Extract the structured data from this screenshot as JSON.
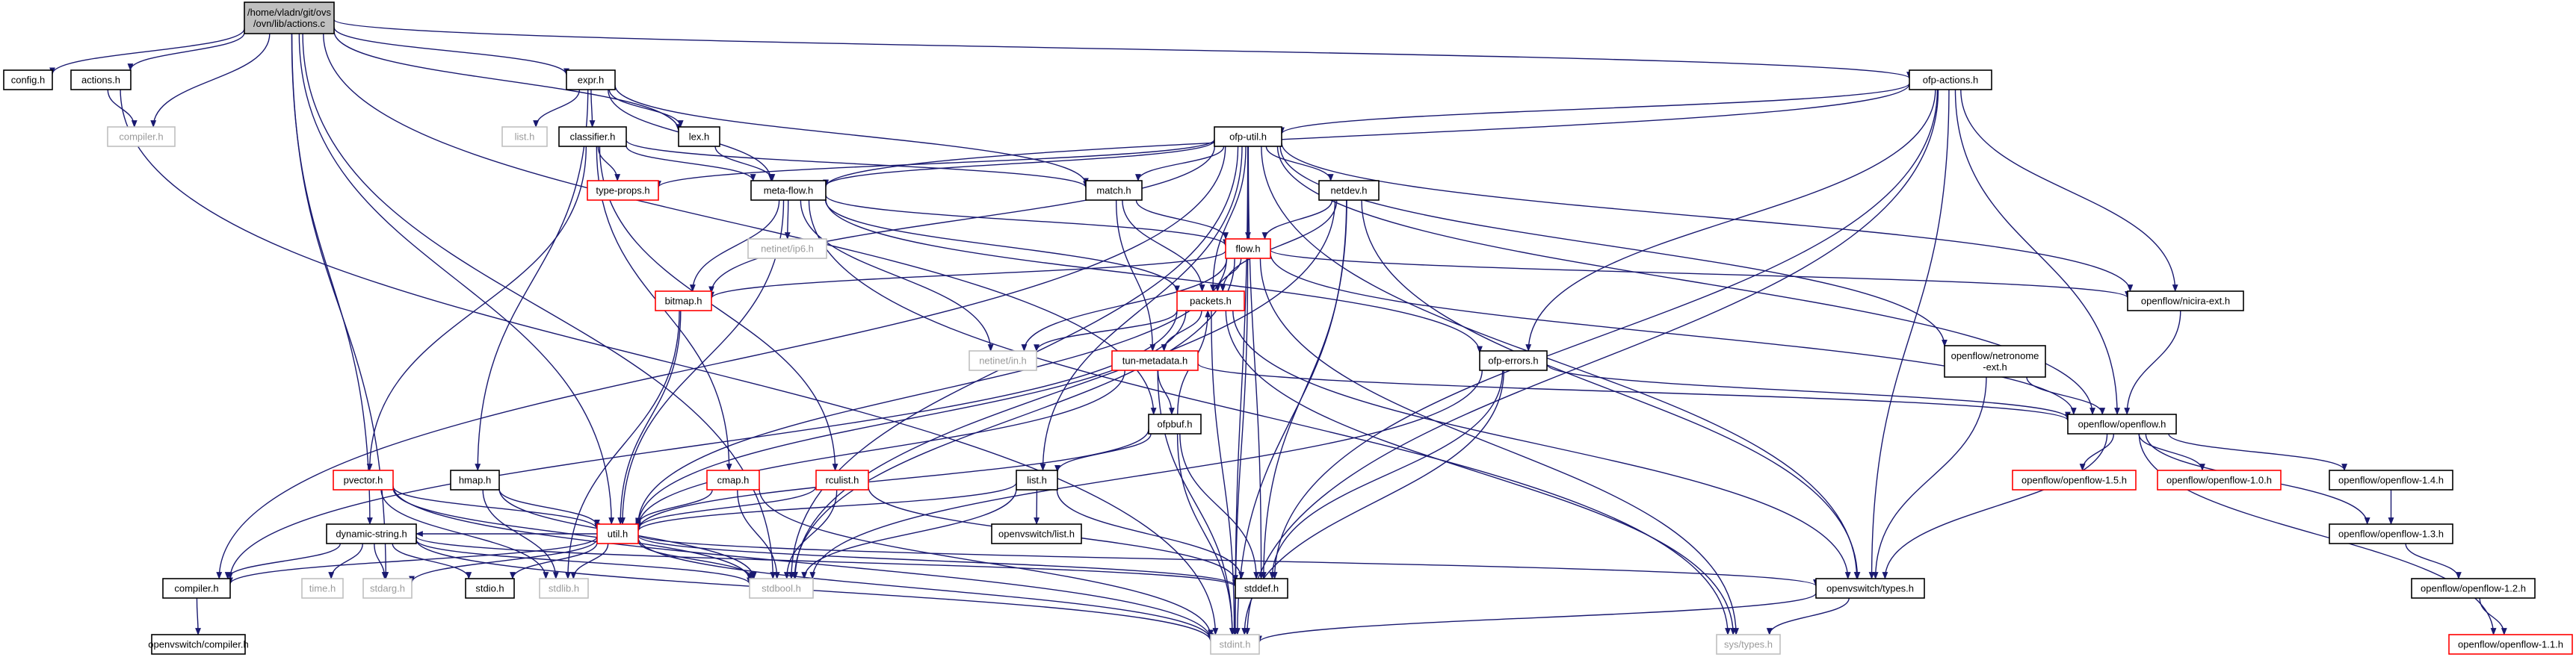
{
  "diagram": {
    "colors": {
      "edge": "#191970",
      "normal_border": "#000000",
      "missing_border": "#bfbfbf",
      "missing_text": "#9a9a9a",
      "truncated_border": "#ff0000",
      "root_fill": "#bfbfbf"
    },
    "nodes": [
      {
        "id": "root",
        "label": [
          "/home/vladn/git/ovs",
          "/ovn/lib/actions.c"
        ],
        "kind": "root"
      },
      {
        "id": "config",
        "label": [
          "config.h"
        ],
        "kind": "normal"
      },
      {
        "id": "actions",
        "label": [
          "actions.h"
        ],
        "kind": "normal"
      },
      {
        "id": "compiler_gray",
        "label": [
          "compiler.h"
        ],
        "kind": "missing"
      },
      {
        "id": "expr",
        "label": [
          "expr.h"
        ],
        "kind": "normal"
      },
      {
        "id": "ofp_actions",
        "label": [
          "ofp-actions.h"
        ],
        "kind": "normal"
      },
      {
        "id": "list_gray",
        "label": [
          "list.h"
        ],
        "kind": "missing"
      },
      {
        "id": "classifier",
        "label": [
          "classifier.h"
        ],
        "kind": "normal"
      },
      {
        "id": "lex",
        "label": [
          "lex.h"
        ],
        "kind": "normal"
      },
      {
        "id": "ofp_util",
        "label": [
          "ofp-util.h"
        ],
        "kind": "normal"
      },
      {
        "id": "type_props",
        "label": [
          "type-props.h"
        ],
        "kind": "truncated"
      },
      {
        "id": "meta_flow",
        "label": [
          "meta-flow.h"
        ],
        "kind": "normal"
      },
      {
        "id": "match",
        "label": [
          "match.h"
        ],
        "kind": "normal"
      },
      {
        "id": "netdev",
        "label": [
          "netdev.h"
        ],
        "kind": "normal"
      },
      {
        "id": "netinet_ip6",
        "label": [
          "netinet/ip6.h"
        ],
        "kind": "missing"
      },
      {
        "id": "flow",
        "label": [
          "flow.h"
        ],
        "kind": "truncated"
      },
      {
        "id": "bitmap",
        "label": [
          "bitmap.h"
        ],
        "kind": "truncated"
      },
      {
        "id": "packets",
        "label": [
          "packets.h"
        ],
        "kind": "truncated"
      },
      {
        "id": "nicira_ext",
        "label": [
          "openflow/nicira-ext.h"
        ],
        "kind": "normal"
      },
      {
        "id": "netronome",
        "label": [
          "openflow/netronome",
          "-ext.h"
        ],
        "kind": "normal"
      },
      {
        "id": "netinet_in",
        "label": [
          "netinet/in.h"
        ],
        "kind": "missing"
      },
      {
        "id": "tun_metadata",
        "label": [
          "tun-metadata.h"
        ],
        "kind": "truncated"
      },
      {
        "id": "ofp_errors",
        "label": [
          "ofp-errors.h"
        ],
        "kind": "normal"
      },
      {
        "id": "openflow",
        "label": [
          "openflow/openflow.h"
        ],
        "kind": "normal"
      },
      {
        "id": "ofpbuf",
        "label": [
          "ofpbuf.h"
        ],
        "kind": "normal"
      },
      {
        "id": "pvector",
        "label": [
          "pvector.h"
        ],
        "kind": "truncated"
      },
      {
        "id": "hmap",
        "label": [
          "hmap.h"
        ],
        "kind": "normal"
      },
      {
        "id": "cmap",
        "label": [
          "cmap.h"
        ],
        "kind": "truncated"
      },
      {
        "id": "rculist",
        "label": [
          "rculist.h"
        ],
        "kind": "truncated"
      },
      {
        "id": "list",
        "label": [
          "list.h"
        ],
        "kind": "normal"
      },
      {
        "id": "of15",
        "label": [
          "openflow/openflow-1.5.h"
        ],
        "kind": "truncated"
      },
      {
        "id": "of10",
        "label": [
          "openflow/openflow-1.0.h"
        ],
        "kind": "truncated"
      },
      {
        "id": "of14",
        "label": [
          "openflow/openflow-1.4.h"
        ],
        "kind": "normal"
      },
      {
        "id": "ovs_list",
        "label": [
          "openvswitch/list.h"
        ],
        "kind": "normal"
      },
      {
        "id": "of13",
        "label": [
          "openflow/openflow-1.3.h"
        ],
        "kind": "normal"
      },
      {
        "id": "util",
        "label": [
          "util.h"
        ],
        "kind": "truncated"
      },
      {
        "id": "dynamic_string",
        "label": [
          "dynamic-string.h"
        ],
        "kind": "normal"
      },
      {
        "id": "compiler",
        "label": [
          "compiler.h"
        ],
        "kind": "normal"
      },
      {
        "id": "time_h",
        "label": [
          "time.h"
        ],
        "kind": "missing"
      },
      {
        "id": "stdarg",
        "label": [
          "stdarg.h"
        ],
        "kind": "missing"
      },
      {
        "id": "stdio",
        "label": [
          "stdio.h"
        ],
        "kind": "normal"
      },
      {
        "id": "stdlib",
        "label": [
          "stdlib.h"
        ],
        "kind": "missing"
      },
      {
        "id": "stdbool",
        "label": [
          "stdbool.h"
        ],
        "kind": "missing"
      },
      {
        "id": "stddef",
        "label": [
          "stddef.h"
        ],
        "kind": "normal"
      },
      {
        "id": "ovs_types",
        "label": [
          "openvswitch/types.h"
        ],
        "kind": "normal"
      },
      {
        "id": "of12",
        "label": [
          "openflow/openflow-1.2.h"
        ],
        "kind": "normal"
      },
      {
        "id": "ovs_compiler",
        "label": [
          "openvswitch/compiler.h"
        ],
        "kind": "normal"
      },
      {
        "id": "stdint",
        "label": [
          "stdint.h"
        ],
        "kind": "missing"
      },
      {
        "id": "sys_types",
        "label": [
          "sys/types.h"
        ],
        "kind": "missing"
      },
      {
        "id": "of11",
        "label": [
          "openflow/openflow-1.1.h"
        ],
        "kind": "truncated"
      }
    ],
    "edges": [
      [
        "root",
        "config"
      ],
      [
        "root",
        "actions"
      ],
      [
        "root",
        "compiler_gray"
      ],
      [
        "root",
        "expr"
      ],
      [
        "root",
        "lex"
      ],
      [
        "root",
        "ofp_actions"
      ],
      [
        "root",
        "ofpbuf"
      ],
      [
        "root",
        "stdbool"
      ],
      [
        "root",
        "dynamic_string"
      ],
      [
        "root",
        "stdarg"
      ],
      [
        "root",
        "util"
      ],
      [
        "actions",
        "compiler_gray"
      ],
      [
        "actions",
        "stdint"
      ],
      [
        "expr",
        "list_gray"
      ],
      [
        "expr",
        "classifier"
      ],
      [
        "expr",
        "lex"
      ],
      [
        "expr",
        "meta_flow"
      ],
      [
        "expr",
        "match"
      ],
      [
        "expr",
        "hmap"
      ],
      [
        "classifier",
        "type_props"
      ],
      [
        "classifier",
        "meta_flow"
      ],
      [
        "classifier",
        "match"
      ],
      [
        "classifier",
        "pvector"
      ],
      [
        "classifier",
        "cmap"
      ],
      [
        "classifier",
        "rculist"
      ],
      [
        "lex",
        "meta_flow"
      ],
      [
        "ofp_actions",
        "ofp_util"
      ],
      [
        "ofp_actions",
        "meta_flow"
      ],
      [
        "ofp_actions",
        "nicira_ext"
      ],
      [
        "ofp_actions",
        "ofp_errors"
      ],
      [
        "ofp_actions",
        "openflow"
      ],
      [
        "ofp_actions",
        "stddef"
      ],
      [
        "ofp_actions",
        "ovs_types"
      ],
      [
        "ofp_actions",
        "stdint"
      ],
      [
        "ofp_util",
        "type_props"
      ],
      [
        "ofp_util",
        "meta_flow"
      ],
      [
        "ofp_util",
        "match"
      ],
      [
        "ofp_util",
        "netdev"
      ],
      [
        "ofp_util",
        "flow"
      ],
      [
        "ofp_util",
        "bitmap"
      ],
      [
        "ofp_util",
        "nicira_ext"
      ],
      [
        "ofp_util",
        "netronome"
      ],
      [
        "ofp_util",
        "list"
      ],
      [
        "ofp_util",
        "compiler"
      ],
      [
        "ofp_util",
        "stdbool"
      ],
      [
        "ofp_util",
        "stddef"
      ],
      [
        "ofp_util",
        "ovs_types"
      ],
      [
        "ofp_util",
        "packets"
      ],
      [
        "ofp_util",
        "openflow"
      ],
      [
        "ofp_util",
        "stdint"
      ],
      [
        "meta_flow",
        "netinet_ip6"
      ],
      [
        "meta_flow",
        "netinet_in"
      ],
      [
        "meta_flow",
        "bitmap"
      ],
      [
        "meta_flow",
        "flow"
      ],
      [
        "meta_flow",
        "packets"
      ],
      [
        "meta_flow",
        "ofp_errors"
      ],
      [
        "meta_flow",
        "util"
      ],
      [
        "meta_flow",
        "sys_types"
      ],
      [
        "match",
        "flow"
      ],
      [
        "match",
        "packets"
      ],
      [
        "match",
        "tun_metadata"
      ],
      [
        "netdev",
        "flow"
      ],
      [
        "netdev",
        "packets"
      ],
      [
        "netdev",
        "stdbool"
      ],
      [
        "netdev",
        "stddef"
      ],
      [
        "netdev",
        "stdint"
      ],
      [
        "netdev",
        "ovs_types"
      ],
      [
        "flow",
        "bitmap"
      ],
      [
        "flow",
        "packets"
      ],
      [
        "flow",
        "nicira_ext"
      ],
      [
        "flow",
        "netinet_in"
      ],
      [
        "flow",
        "openflow"
      ],
      [
        "flow",
        "util"
      ],
      [
        "flow",
        "stdbool"
      ],
      [
        "flow",
        "stdint"
      ],
      [
        "flow",
        "sys_types"
      ],
      [
        "bitmap",
        "util"
      ],
      [
        "bitmap",
        "stdlib"
      ],
      [
        "packets",
        "netinet_in"
      ],
      [
        "packets",
        "tun_metadata"
      ],
      [
        "packets",
        "util"
      ],
      [
        "packets",
        "compiler"
      ],
      [
        "packets",
        "stdint"
      ],
      [
        "packets",
        "ovs_types"
      ],
      [
        "packets",
        "sys_types"
      ],
      [
        "nicira_ext",
        "openflow"
      ],
      [
        "netronome",
        "openflow"
      ],
      [
        "netronome",
        "ovs_types"
      ],
      [
        "tun_metadata",
        "ofpbuf"
      ],
      [
        "tun_metadata",
        "openflow"
      ],
      [
        "tun_metadata",
        "util"
      ],
      [
        "tun_metadata",
        "stdint"
      ],
      [
        "ofp_errors",
        "stdbool"
      ],
      [
        "ofp_errors",
        "stddef"
      ],
      [
        "ofp_errors",
        "stdint"
      ],
      [
        "ofp_errors",
        "openflow"
      ],
      [
        "ofpbuf",
        "packets"
      ],
      [
        "ofpbuf",
        "list"
      ],
      [
        "ofpbuf",
        "util"
      ],
      [
        "ofpbuf",
        "stddef"
      ],
      [
        "ofpbuf",
        "stdint"
      ],
      [
        "openflow",
        "of15"
      ],
      [
        "openflow",
        "of10"
      ],
      [
        "openflow",
        "of14"
      ],
      [
        "openflow",
        "of13"
      ],
      [
        "openflow",
        "of11"
      ],
      [
        "openflow",
        "ovs_types"
      ],
      [
        "of14",
        "of13"
      ],
      [
        "of13",
        "of12"
      ],
      [
        "of12",
        "of11"
      ],
      [
        "pvector",
        "util"
      ],
      [
        "pvector",
        "stdbool"
      ],
      [
        "pvector",
        "stdint"
      ],
      [
        "pvector",
        "stdlib"
      ],
      [
        "hmap",
        "util"
      ],
      [
        "hmap",
        "stdbool"
      ],
      [
        "hmap",
        "stdlib"
      ],
      [
        "cmap",
        "util"
      ],
      [
        "cmap",
        "stdbool"
      ],
      [
        "cmap",
        "stdint"
      ],
      [
        "rculist",
        "util"
      ],
      [
        "rculist",
        "stdbool"
      ],
      [
        "rculist",
        "stddef"
      ],
      [
        "list",
        "ovs_list"
      ],
      [
        "list",
        "util"
      ],
      [
        "list",
        "stdbool"
      ],
      [
        "list",
        "stddef"
      ],
      [
        "util",
        "dynamic_string"
      ],
      [
        "util",
        "compiler"
      ],
      [
        "util",
        "stdarg"
      ],
      [
        "util",
        "stdio"
      ],
      [
        "util",
        "stdlib"
      ],
      [
        "util",
        "stdbool"
      ],
      [
        "util",
        "stddef"
      ],
      [
        "util",
        "stdint"
      ],
      [
        "util",
        "ovs_types"
      ],
      [
        "dynamic_string",
        "compiler"
      ],
      [
        "dynamic_string",
        "time_h"
      ],
      [
        "dynamic_string",
        "stdarg"
      ],
      [
        "dynamic_string",
        "stdio"
      ],
      [
        "dynamic_string",
        "stdbool"
      ],
      [
        "dynamic_string",
        "stddef"
      ],
      [
        "dynamic_string",
        "stdint"
      ],
      [
        "compiler",
        "ovs_compiler"
      ],
      [
        "ovs_types",
        "stdint"
      ],
      [
        "ovs_types",
        "sys_types"
      ]
    ]
  }
}
